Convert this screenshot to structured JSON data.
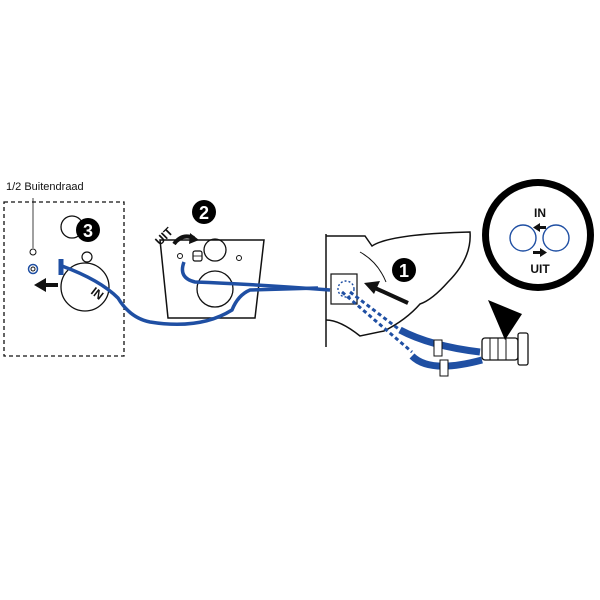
{
  "labels": {
    "outer_thread": "1/2 Buitendraad",
    "hose_in": "IN",
    "valve_out": "UIT",
    "detail_in": "IN",
    "detail_out": "UIT"
  },
  "steps": [
    "1",
    "2",
    "3"
  ],
  "colors": {
    "hose": "#1f4fa3",
    "hose_dark": "#163a7a",
    "outline": "#111111",
    "background": "#ffffff",
    "badge": "#000000"
  }
}
